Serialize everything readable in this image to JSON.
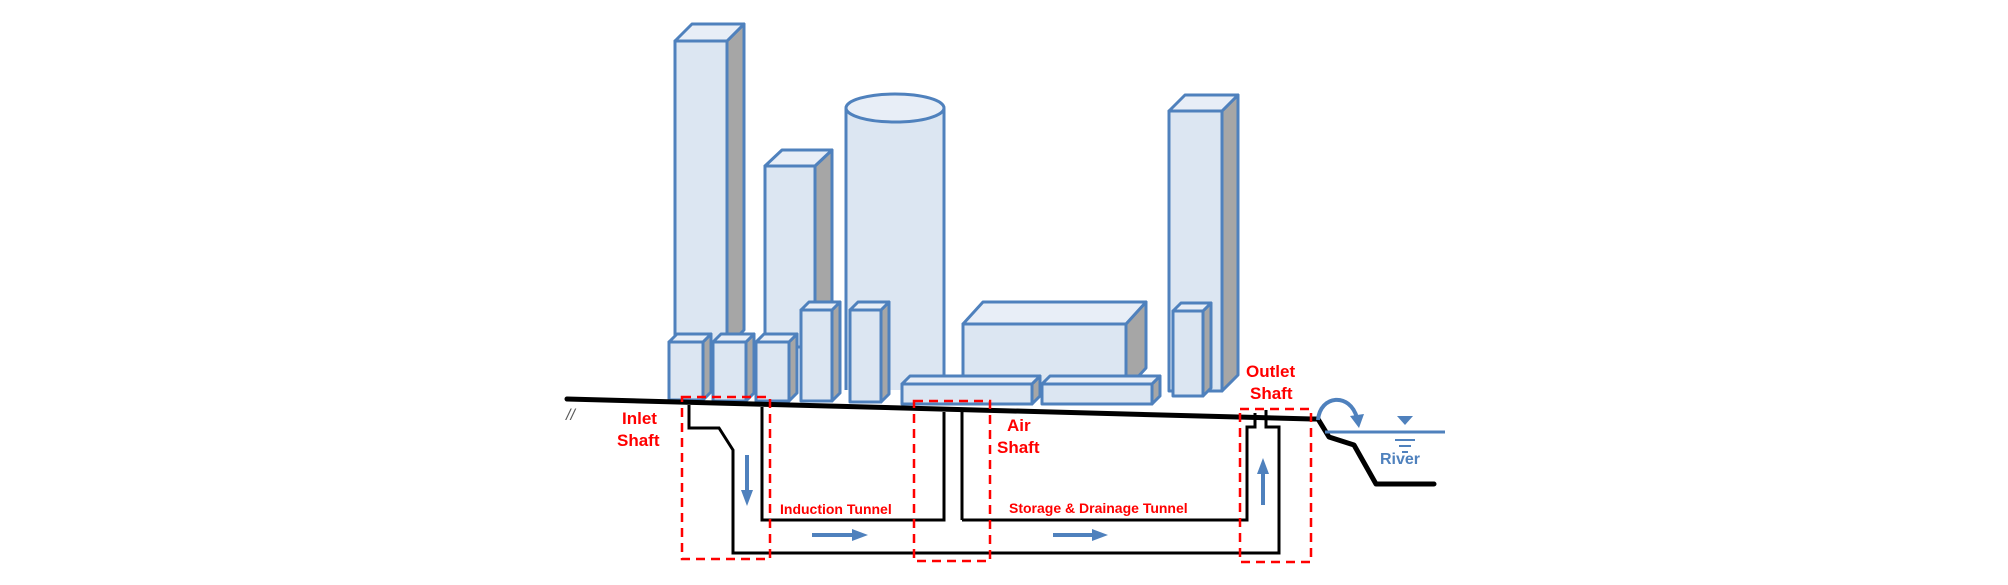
{
  "labels": {
    "inlet_shaft": [
      "Inlet",
      "Shaft"
    ],
    "air_shaft": [
      "Air",
      "Shaft"
    ],
    "outlet_shaft": [
      "Outlet",
      "Shaft"
    ],
    "induction_tunnel": "Induction Tunnel",
    "storage_tunnel": "Storage & Drainage Tunnel",
    "river": "River",
    "ground_mark": "//"
  },
  "colors": {
    "building_fill": "#dce6f2",
    "building_outline": "#4f81bd",
    "building_side": "#a6a6a6",
    "label_red": "#ff0000",
    "flow_blue": "#4f81bd",
    "ground_line": "#000000"
  },
  "icons": {
    "flow": "arrow-icon",
    "water_level": "water-level-triangle-icon",
    "overflow": "curved-arrow-icon"
  }
}
